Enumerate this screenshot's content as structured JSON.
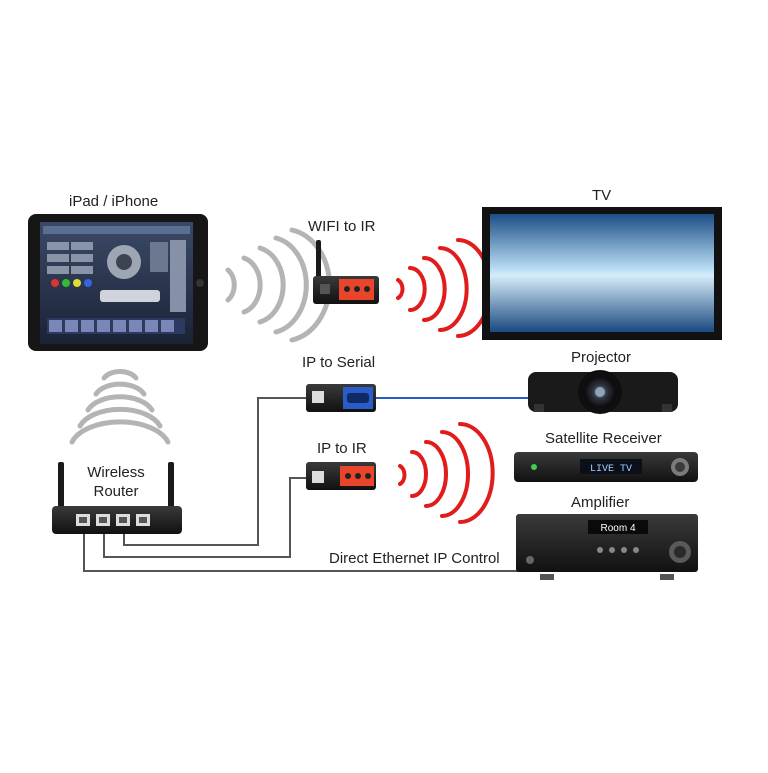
{
  "labels": {
    "ipad": "iPad / iPhone",
    "tv": "TV",
    "wifi_to_ir": "WIFI to IR",
    "ip_to_serial": "IP to Serial",
    "projector": "Projector",
    "ip_to_ir": "IP to IR",
    "satellite_receiver": "Satellite Receiver",
    "wireless_router_line1": "Wireless",
    "wireless_router_line2": "Router",
    "amplifier": "Amplifier",
    "direct_ethernet": "Direct Ethernet IP Control"
  },
  "device_text": {
    "satellite_display": "LIVE TV",
    "amplifier_display": "Room 4"
  },
  "colors": {
    "ir_wave": "#e01c1c",
    "wifi_wave": "#b4b4b4",
    "cable": "#555555",
    "serial_cable": "#2a5cc7",
    "ir_port": "#e8452a",
    "serial_port": "#2a5cc7",
    "device_body": "#1c1c1c"
  },
  "icons": [
    "tablet-icon",
    "tv-icon",
    "projector-icon",
    "satellite-receiver-icon",
    "amplifier-icon",
    "router-icon",
    "wifi-to-ir-adapter-icon",
    "ip-to-serial-adapter-icon",
    "ip-to-ir-adapter-icon"
  ]
}
